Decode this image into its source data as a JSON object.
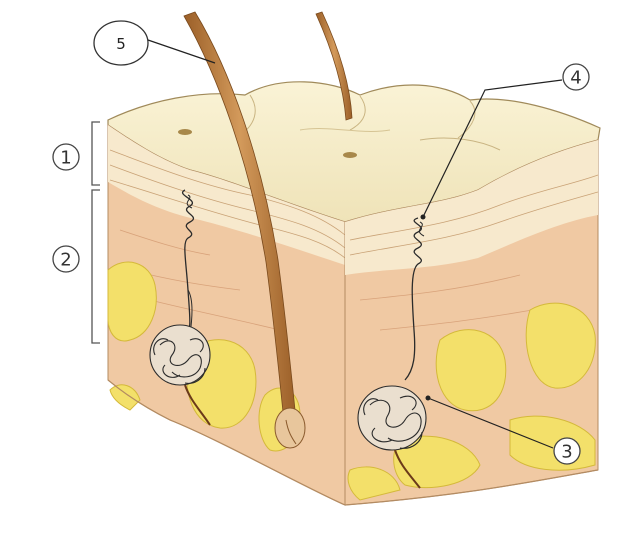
{
  "diagram": {
    "labels": {
      "l1": "1",
      "l2": "2",
      "l3": "3",
      "l4": "4",
      "l5": "5"
    },
    "colors": {
      "background": "#ffffff",
      "epidermis_top": "#f6eecb",
      "dermis": "#f0c9a3",
      "fat": "#f3e06a",
      "hair": "#b87a3c",
      "gland_line": "#2b2b2b"
    }
  }
}
